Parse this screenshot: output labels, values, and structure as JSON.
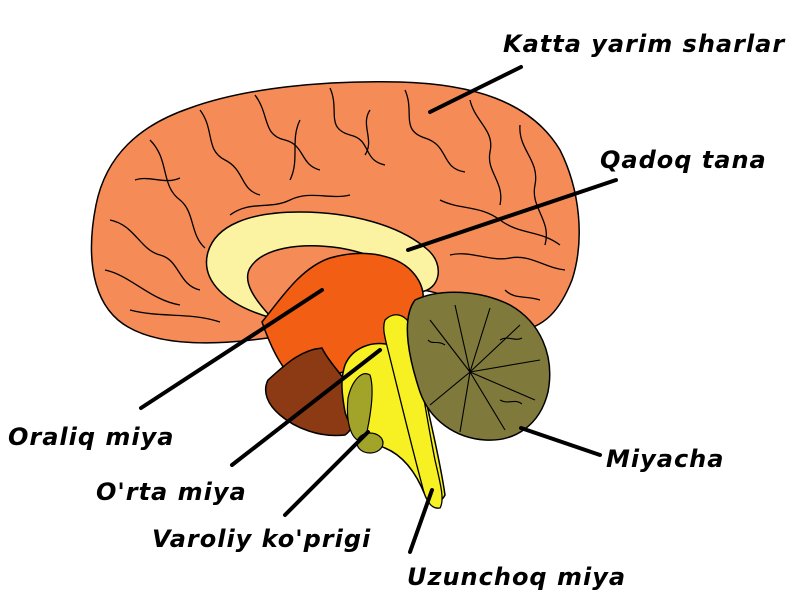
{
  "labels": {
    "cerebrum": "Katta yarim sharlar",
    "corpus_callosum": "Qadoq tana",
    "diencephalon": "Oraliq miya",
    "midbrain": "O'rta miya",
    "pons": "Varoliy ko'prigi",
    "cerebellum": "Miyacha",
    "medulla": "Uzunchoq miya"
  },
  "colors": {
    "cerebrum": "#f58b57",
    "corpus_callosum": "#fbf3a2",
    "diencephalon": "#f25e14",
    "midbrain": "#8b3a14",
    "brainstem": "#f7f022",
    "pons_shadow": "#a2a42a",
    "cerebellum": "#7f7a3b",
    "outline": "#000000"
  }
}
